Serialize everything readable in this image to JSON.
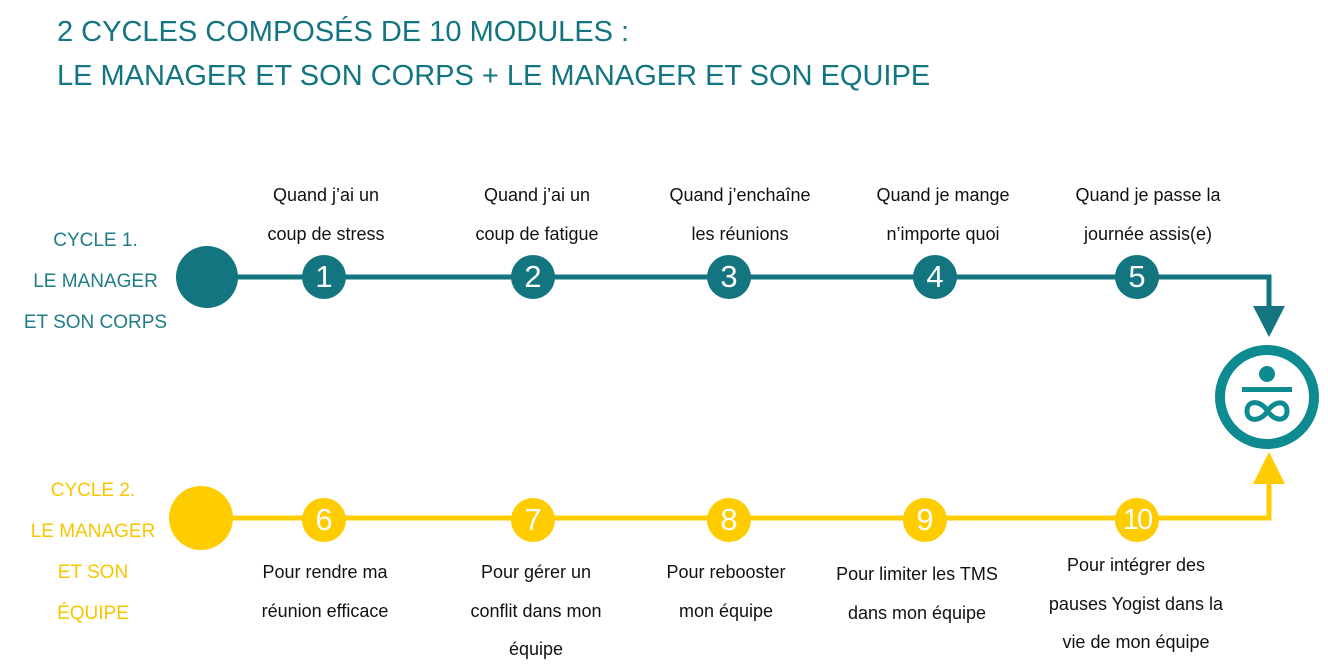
{
  "title": {
    "line1": "2 CYCLES COMPOSÉS DE 10 MODULES :",
    "line2": "LE MANAGER ET SON CORPS + LE MANAGER ET SON EQUIPE"
  },
  "colors": {
    "title": "#137580",
    "cycle1": "#137580",
    "cycle2": "#ffcc00",
    "logo": "#0e8a91",
    "text": "#111111"
  },
  "cycle1": {
    "label_lines": [
      "CYCLE 1.",
      "LE MANAGER",
      "ET SON CORPS"
    ],
    "modules": [
      {
        "number": "1",
        "lines": [
          "Quand j’ai un",
          "coup de stress"
        ]
      },
      {
        "number": "2",
        "lines": [
          "Quand j’ai un",
          "coup de fatigue"
        ]
      },
      {
        "number": "3",
        "lines": [
          "Quand j’enchaîne",
          "les réunions"
        ]
      },
      {
        "number": "4",
        "lines": [
          "Quand je mange",
          "n’importe quoi"
        ]
      },
      {
        "number": "5",
        "lines": [
          "Quand je passe la",
          "journée assis(e)"
        ]
      }
    ]
  },
  "cycle2": {
    "label_lines": [
      "CYCLE 2.",
      "LE MANAGER",
      "ET SON",
      "ÉQUIPE"
    ],
    "modules": [
      {
        "number": "6",
        "lines": [
          "Pour rendre ma",
          "réunion efficace"
        ]
      },
      {
        "number": "7",
        "lines": [
          "Pour gérer un",
          "conflit dans mon",
          "équipe"
        ]
      },
      {
        "number": "8",
        "lines": [
          "Pour rebooster",
          "mon équipe"
        ]
      },
      {
        "number": "9",
        "lines": [
          "Pour limiter les TMS",
          "dans mon équipe"
        ]
      },
      {
        "number": "10",
        "lines": [
          "Pour intégrer des",
          "pauses Yogist dans la",
          "vie de mon équipe"
        ]
      }
    ]
  },
  "logo": {
    "icon": "yogist-infinity-logo"
  }
}
